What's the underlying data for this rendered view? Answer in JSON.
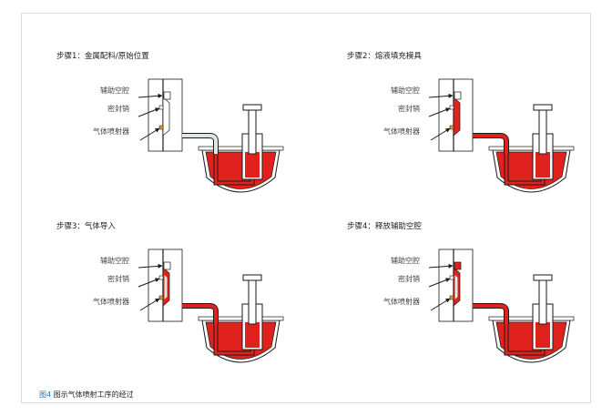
{
  "figure": {
    "caption_prefix": "图4",
    "caption_text": " 图示气体喷射工序的经过"
  },
  "colors": {
    "molten_metal": "#e0221f",
    "outline": "#1a1a1a",
    "mold_fill": "#ffffff",
    "gas": "#dfe8de",
    "sealing_pin": "#e8912f"
  },
  "callout_labels": {
    "aux_cavity": "辅助空腔",
    "sealing_pin": "密封销",
    "gas_injector": "气体喷射器"
  },
  "panels": [
    {
      "title": "步骤1：金属配料/原始位置",
      "cavity_fill": "empty",
      "injector_flow": "gas",
      "aux_cavity_fill": "empty"
    },
    {
      "title": "步骤2：熔液填充模具",
      "cavity_fill": "full",
      "injector_flow": "metal",
      "aux_cavity_fill": "empty"
    },
    {
      "title": "步骤3：气体导入",
      "cavity_fill": "hollow",
      "injector_flow": "metal",
      "aux_cavity_fill": "empty"
    },
    {
      "title": "步骤4：释放辅助空腔",
      "cavity_fill": "hollow",
      "injector_flow": "metal",
      "aux_cavity_fill": "filled"
    }
  ]
}
